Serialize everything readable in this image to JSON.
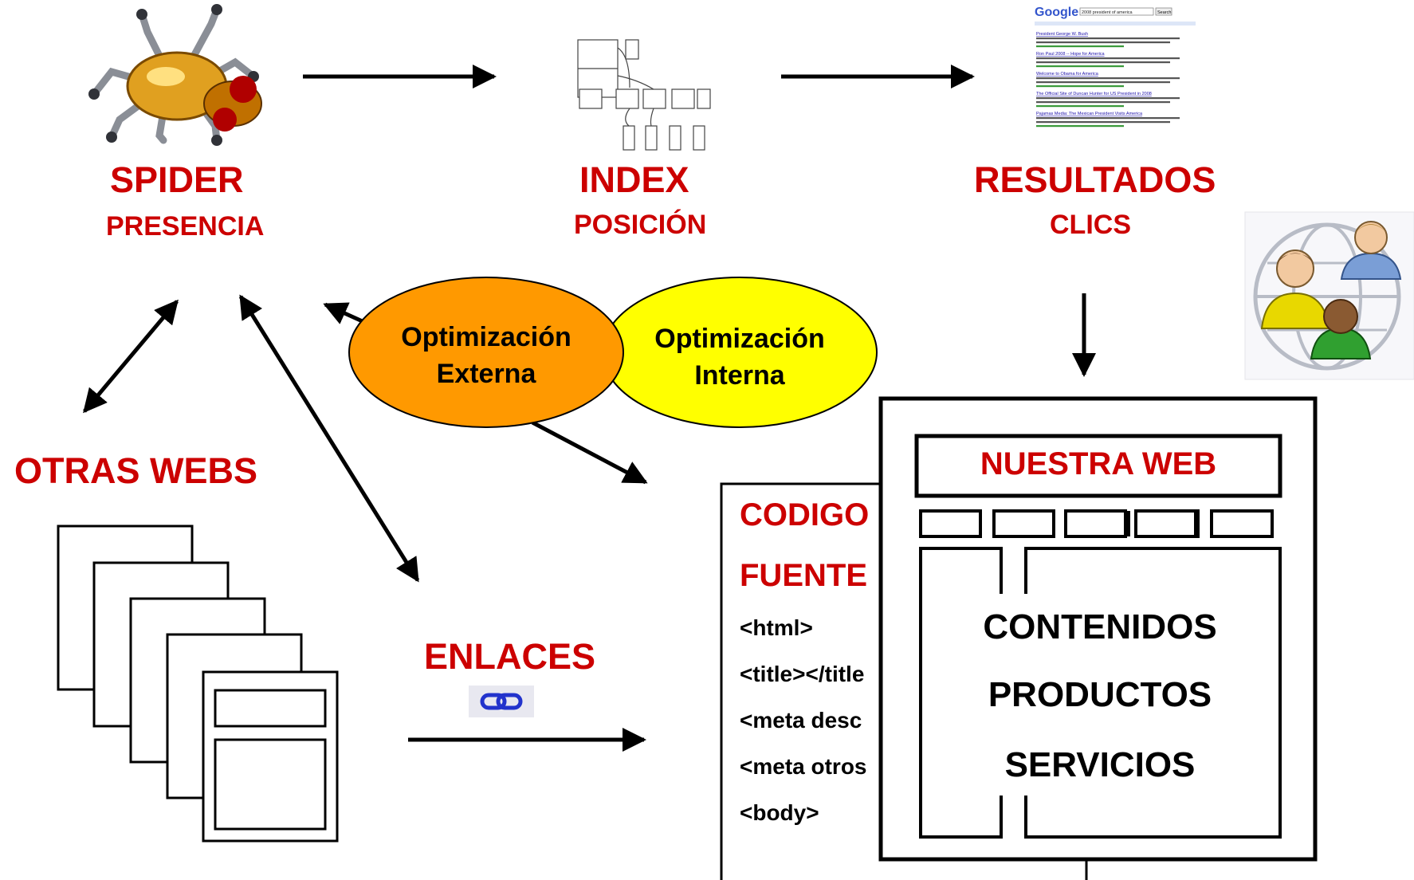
{
  "nodes": {
    "spider": {
      "title": "SPIDER",
      "subtitle": "PRESENCIA"
    },
    "index": {
      "title": "INDEX",
      "subtitle": "POSICIÓN"
    },
    "results": {
      "title": "RESULTADOS",
      "subtitle": "CLICS"
    },
    "other_webs": {
      "title": "OTRAS WEBS"
    },
    "links": {
      "title": "ENLACES"
    }
  },
  "optimization": {
    "external": {
      "line1": "Optimización",
      "line2": "Externa",
      "color": "#ff9900"
    },
    "internal": {
      "line1": "Optimización",
      "line2": "Interna",
      "color": "#ffff00"
    }
  },
  "source_code": {
    "title_line1": "CODIGO",
    "title_line2": "FUENTE",
    "lines": [
      "<html>",
      "<title></title",
      "<meta desc",
      "<meta otros",
      "<body>"
    ]
  },
  "our_web": {
    "title": "NUESTRA WEB",
    "items": [
      "CONTENIDOS",
      "PRODUCTOS",
      "SERVICIOS"
    ]
  },
  "serp_thumbnail": {
    "logo": "Google",
    "query": "2008 president of america",
    "button": "Search",
    "results": [
      "President George W. Bush",
      "Ron Paul 2008 -- Hope for America",
      "Welcome to Obama for America",
      "The Official Site of Duncan Hunter for US President in 2008",
      "Pajamas Media: The Mexican President Visits America"
    ]
  },
  "colors": {
    "accent_red": "#cc0000"
  }
}
